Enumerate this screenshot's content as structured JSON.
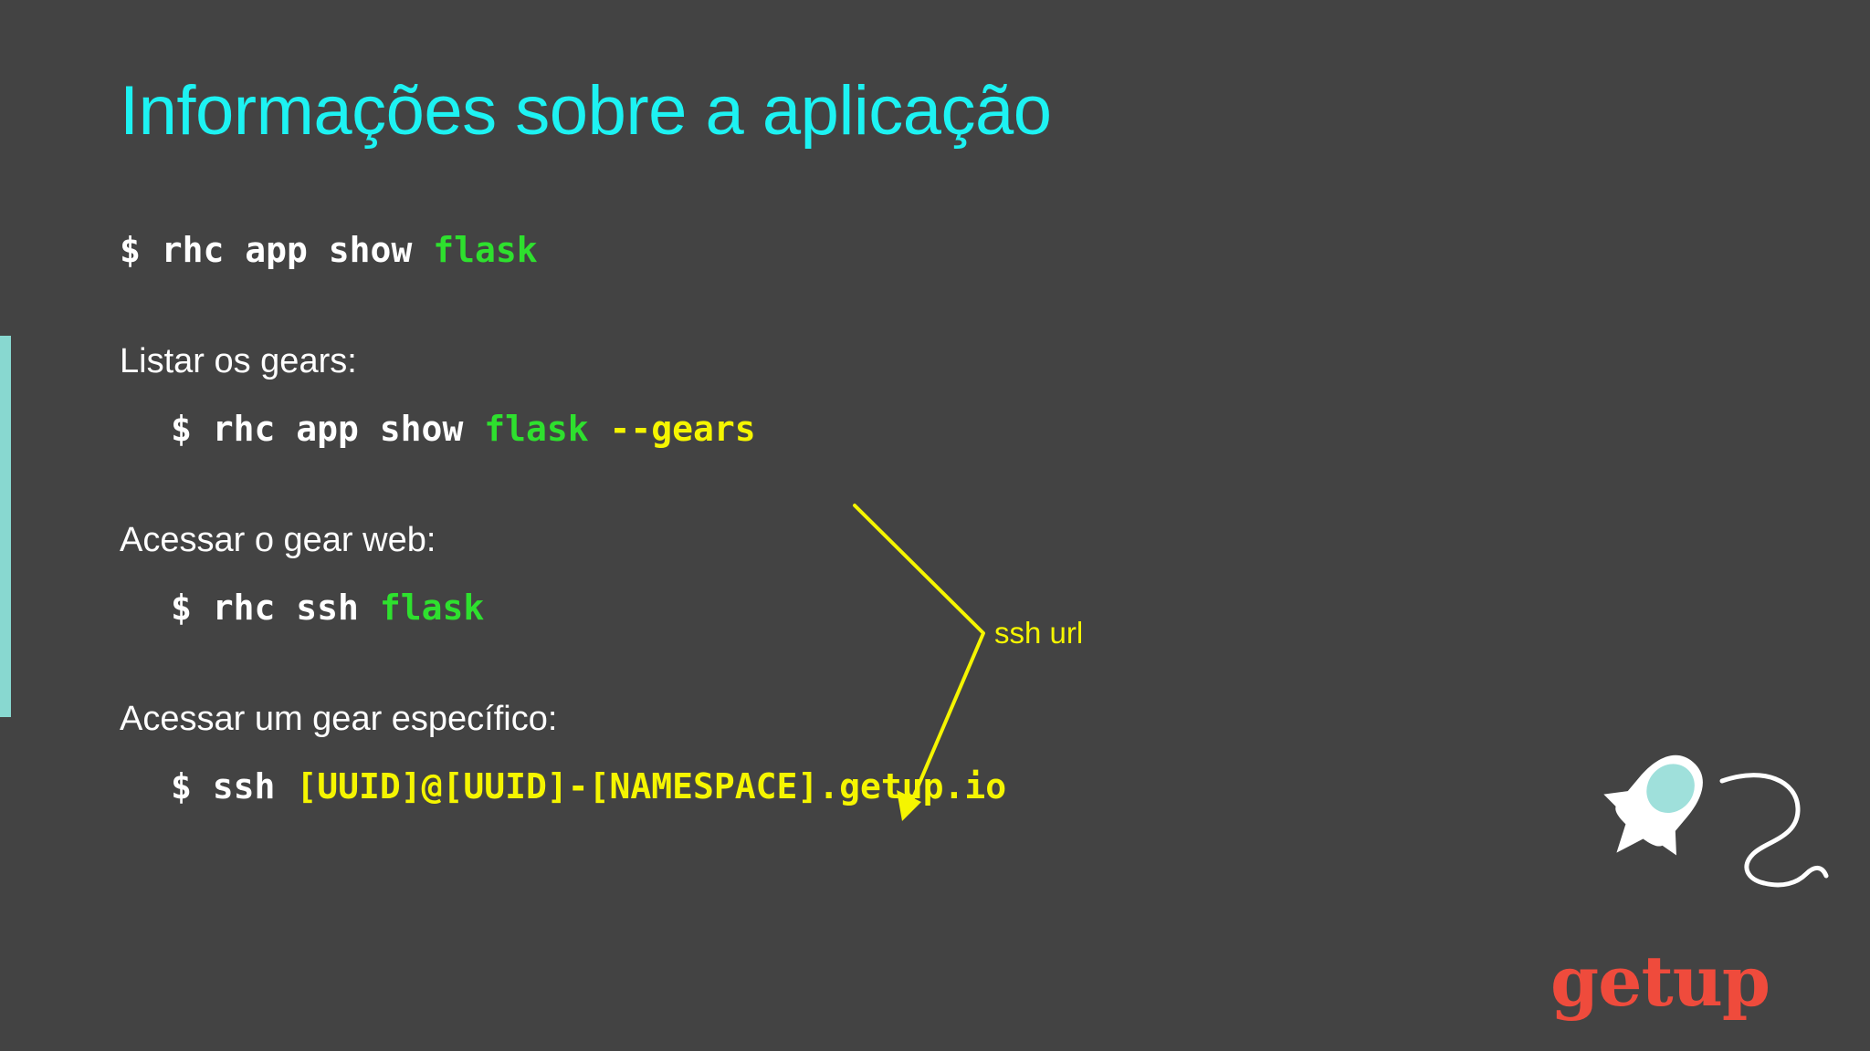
{
  "slide": {
    "title": "Informações sobre a aplicação",
    "background_color": "#434343",
    "title_color": "#1DF2F2",
    "accent_bar_color": "#88D8D0"
  },
  "content": {
    "primary_command": {
      "prompt": "$",
      "command": "rhc app show",
      "app": "flask"
    },
    "sections": [
      {
        "label": "Listar os gears:",
        "command": {
          "prompt": "$",
          "command": "rhc app show",
          "app": "flask",
          "flag": "--gears"
        }
      },
      {
        "label": "Acessar o gear web:",
        "command": {
          "prompt": "$",
          "command": "rhc ssh",
          "app": "flask",
          "flag": ""
        }
      },
      {
        "label": "Acessar um gear específico:",
        "command": {
          "prompt": "$",
          "command": "ssh",
          "app": "",
          "flag": "[UUID]@[UUID]-[NAMESPACE].getup.io"
        }
      }
    ]
  },
  "annotation": {
    "label": "ssh url",
    "color": "#F5F500"
  },
  "colors": {
    "code_white": "#FFFFFF",
    "code_green": "#2EE02E",
    "code_yellow": "#F5F500",
    "logo_red": "#EF4B3C",
    "rocket_window": "#9FE0DB"
  },
  "logo": {
    "word": "getup",
    "rocket_icon": "rocket-icon"
  }
}
